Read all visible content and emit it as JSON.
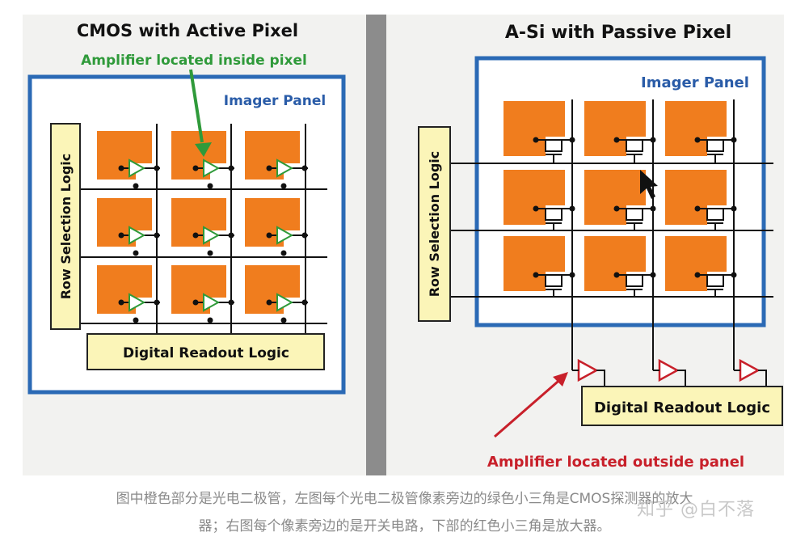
{
  "left": {
    "title": "CMOS with Active Pixel",
    "annotation": "Amplifier located inside pixel",
    "panel_label": "Imager Panel",
    "row_logic": "Row Selection Logic",
    "readout": "Digital Readout Logic"
  },
  "right": {
    "title": "A-Si with Passive Pixel",
    "panel_label": "Imager Panel",
    "row_logic": "Row Selection Logic",
    "readout": "Digital Readout Logic",
    "annotation": "Amplifier located outside panel"
  },
  "caption": {
    "line1": "图中橙色部分是光电二极管，左图每个光电二极管像素旁边的绿色小三角是CMOS探测器的放大",
    "line2": "器；右图每个像素旁边的是开关电路，下部的红色小三角是放大器。"
  },
  "watermark": "知乎 @白不落",
  "colors": {
    "orange": "#f07d1e",
    "panel_blue": "#2b6ab5",
    "logic_yellow": "#fbf5b8",
    "green": "#2f9a3a",
    "red": "#c8202a",
    "label_blue": "#2a5ca8"
  }
}
